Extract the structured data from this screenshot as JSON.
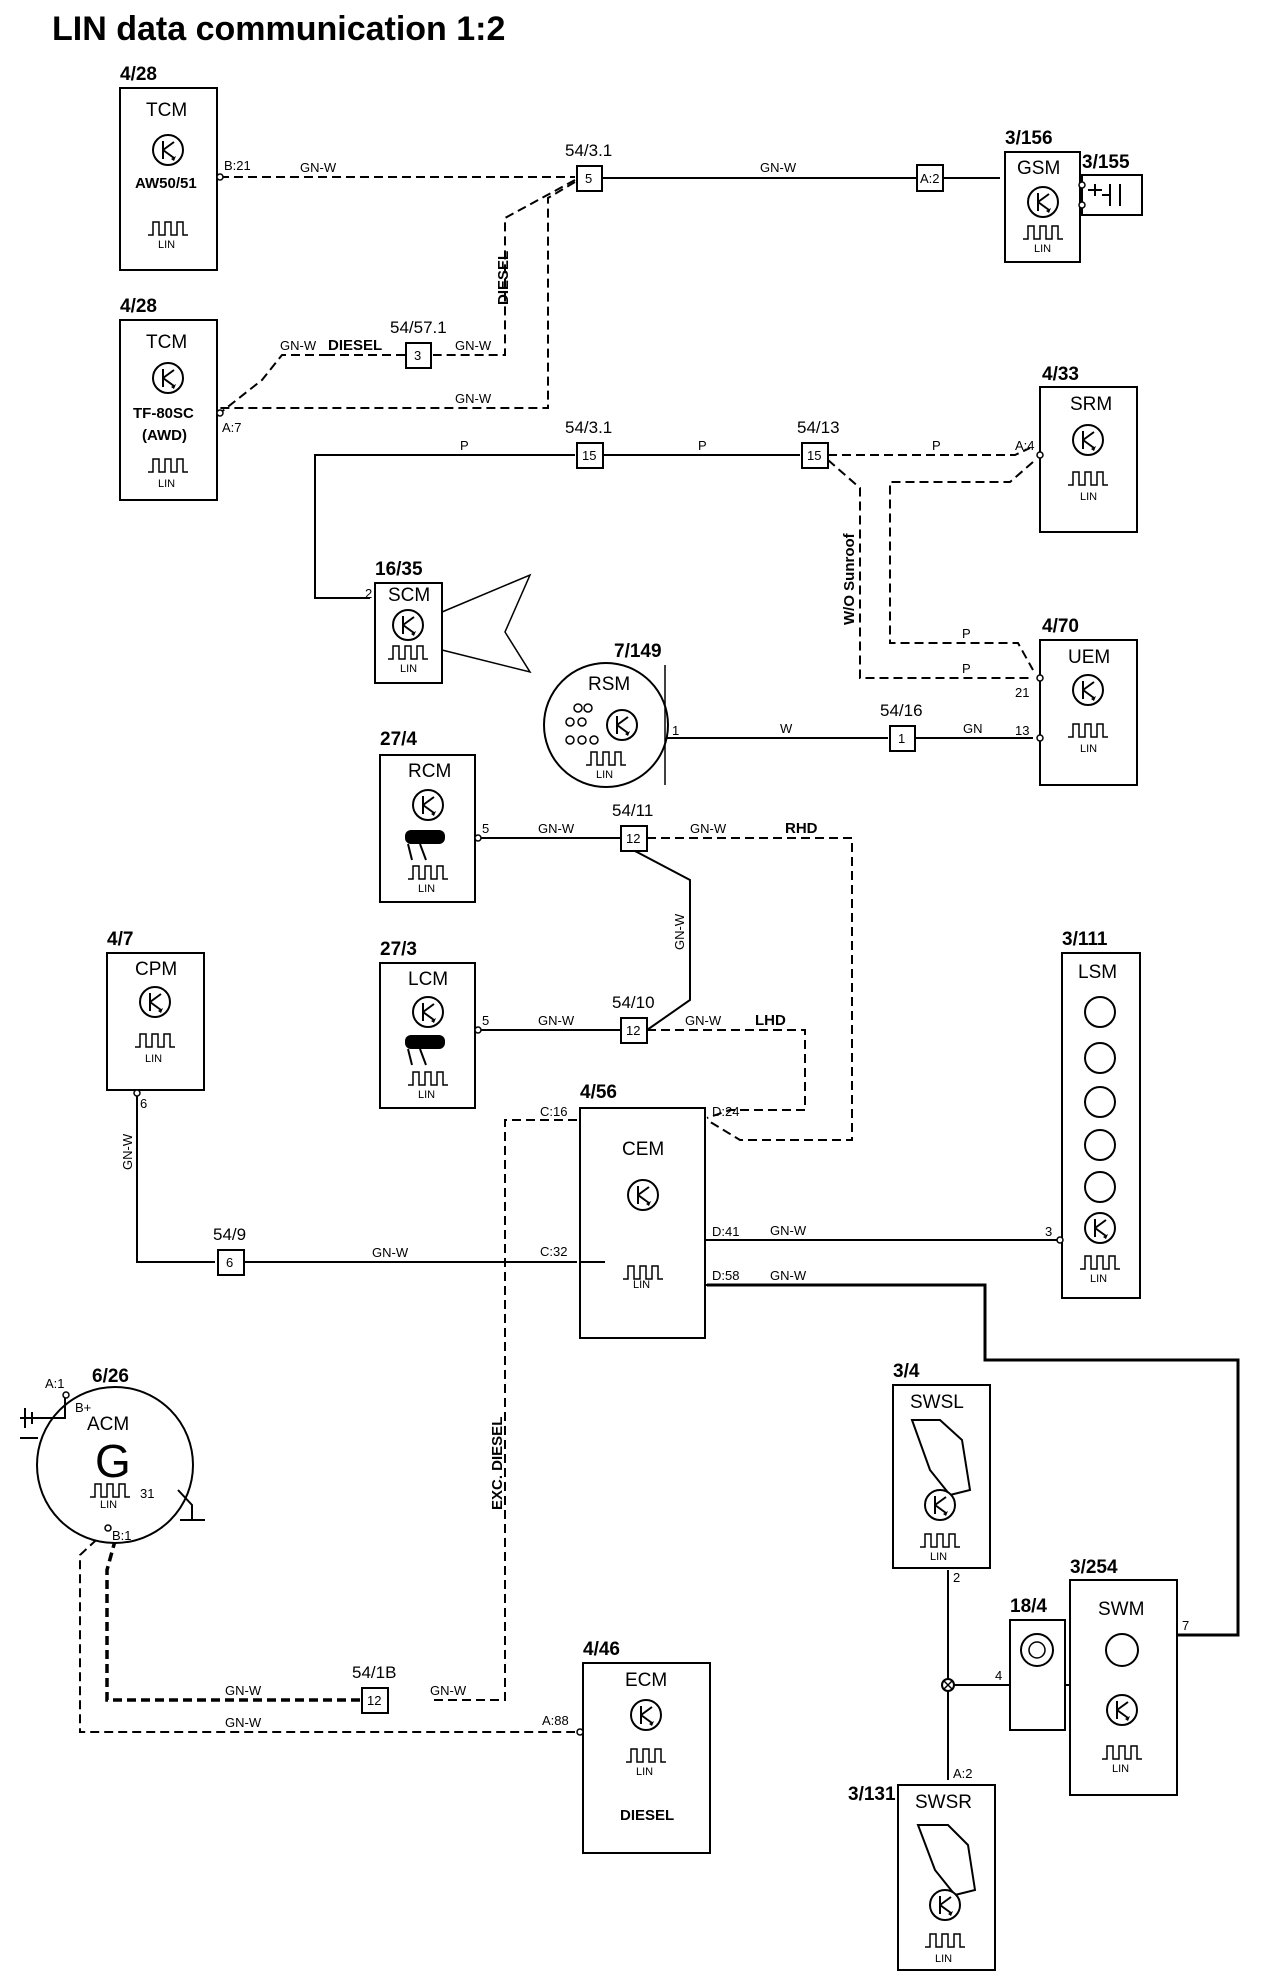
{
  "title": "LIN data communication 1:2",
  "components": {
    "tcm_aw": {
      "ref": "4/28",
      "abbr": "TCM",
      "model": "AW50/51",
      "lin": "LIN",
      "pin": "B:21"
    },
    "tcm_tf": {
      "ref": "4/28",
      "abbr": "TCM",
      "model": "TF-80SC",
      "model2": "(AWD)",
      "lin": "LIN",
      "pin": "A:7"
    },
    "gsm": {
      "ref": "3/156",
      "abbr": "GSM",
      "lin": "LIN",
      "pin": "A:2"
    },
    "gsm_aux": {
      "ref": "3/155"
    },
    "srm": {
      "ref": "4/33",
      "abbr": "SRM",
      "lin": "LIN",
      "pin": "A:4"
    },
    "uem": {
      "ref": "4/70",
      "abbr": "UEM",
      "lin": "LIN",
      "pin1": "21",
      "pin2": "13"
    },
    "scm": {
      "ref": "16/35",
      "abbr": "SCM",
      "lin": "LIN",
      "pin": "2"
    },
    "rsm": {
      "ref": "7/149",
      "abbr": "RSM",
      "lin": "LIN",
      "pin": "1"
    },
    "rcm": {
      "ref": "27/4",
      "abbr": "RCM",
      "lin": "LIN",
      "pin": "5"
    },
    "lcm": {
      "ref": "27/3",
      "abbr": "LCM",
      "lin": "LIN",
      "pin": "5"
    },
    "cpm": {
      "ref": "4/7",
      "abbr": "CPM",
      "lin": "LIN",
      "pin": "6"
    },
    "lsm": {
      "ref": "3/111",
      "abbr": "LSM",
      "lin": "LIN",
      "pin": "3"
    },
    "cem": {
      "ref": "4/56",
      "abbr": "CEM",
      "lin": "LIN",
      "pin_c16": "C:16",
      "pin_d24": "D:24",
      "pin_d41": "D:41",
      "pin_c32": "C:32",
      "pin_d58": "D:58"
    },
    "acm": {
      "ref": "6/26",
      "abbr": "ACM",
      "symbol": "G",
      "lin": "LIN",
      "pin_a1": "A:1",
      "pin_bplus": "B+",
      "pin_31": "31",
      "pin_b1": "B:1"
    },
    "swsl": {
      "ref": "3/4",
      "abbr": "SWSL",
      "lin": "LIN",
      "pin": "2"
    },
    "swm": {
      "ref": "3/254",
      "abbr": "SWM",
      "lin": "LIN",
      "pin": "7"
    },
    "clock_spring": {
      "ref": "18/4",
      "pin": "4"
    },
    "swsr": {
      "ref": "3/131",
      "abbr": "SWSR",
      "lin": "LIN",
      "pin": "A:2"
    },
    "ecm": {
      "ref": "4/46",
      "abbr": "ECM",
      "lin": "LIN",
      "note": "DIESEL",
      "pin": "A:88"
    }
  },
  "connectors": {
    "c54_3_1_top": {
      "ref": "54/3.1",
      "pin": "5"
    },
    "c54_57_1": {
      "ref": "54/57.1",
      "pin": "3"
    },
    "c54_3_1_mid": {
      "ref": "54/3.1",
      "pin": "15"
    },
    "c54_13": {
      "ref": "54/13",
      "pin": "15"
    },
    "c54_16": {
      "ref": "54/16",
      "pin": "1"
    },
    "c54_11": {
      "ref": "54/11",
      "pin": "12"
    },
    "c54_10": {
      "ref": "54/10",
      "pin": "12"
    },
    "c54_9": {
      "ref": "54/9",
      "pin": "6"
    },
    "c54_18": {
      "ref": "54/1B",
      "pin": "12"
    }
  },
  "wire_colors": {
    "gnw": "GN-W",
    "p": "P",
    "w": "W",
    "gn": "GN"
  },
  "notes": {
    "diesel": "DIESEL",
    "wo_sunroof": "W/O Sunroof",
    "rhd": "RHD",
    "lhd": "LHD",
    "exc_diesel": "EXC. DIESEL"
  }
}
